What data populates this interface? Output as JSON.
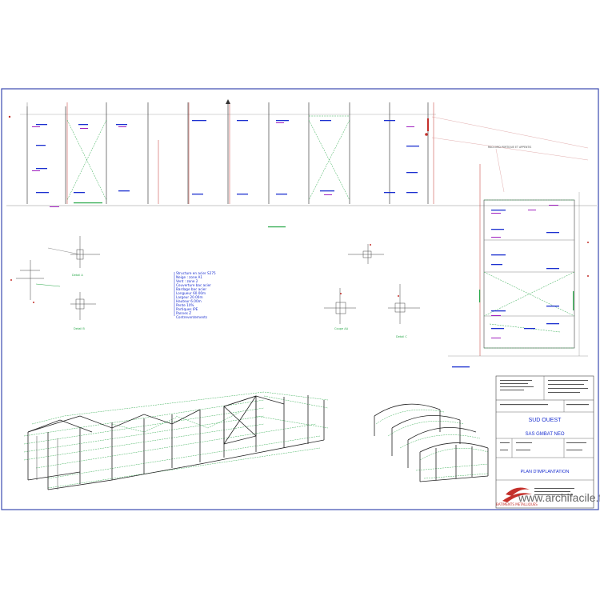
{
  "watermark": "www.archifacile.fr",
  "title_block": {
    "client": "SUD OUEST",
    "project": "SAS GMBAT NEO",
    "drawing_title": "PLAN D'IMPLANTATION",
    "company": "BATIMENTS METALLIQUES"
  },
  "note_block": [
    "Structure en acier S275",
    "Neige : zone A1",
    "Vent : zone 2",
    "Couverture bac acier",
    "Bardage bac acier",
    "Longueur 60.00m",
    "Largeur 20.00m",
    "Hauteur 6.00m",
    "Pente 10%",
    "Portiques IPE",
    "Pannes Z",
    "Contreventements"
  ],
  "detail_labels": [
    "Detail A",
    "Detail B",
    "Coupe AA",
    "Detail C"
  ],
  "colors": {
    "frame": "#222222",
    "bracing": "#2aa84a",
    "dimension": "#c4302b",
    "annotation": "#1a2fd0",
    "label": "#a020c0",
    "sheet_border": "#3b4bb0"
  }
}
